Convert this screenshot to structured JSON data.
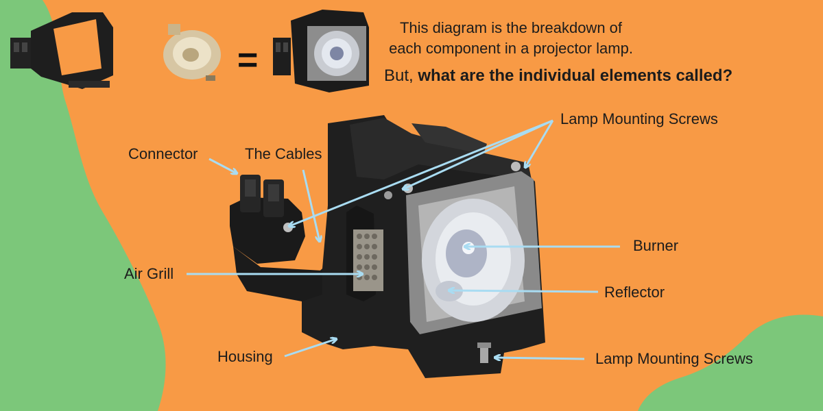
{
  "intro": {
    "line1": "This diagram is the breakdown of",
    "line2": "each component in a projector lamp.",
    "question_prefix": "But, ",
    "question_bold": "what are the individual elements called?",
    "equals": "="
  },
  "labels": {
    "connector": "Connector",
    "cables": "The Cables",
    "screws_top": "Lamp Mounting Screws",
    "burner": "Burner",
    "air_grill": "Air Grill",
    "reflector": "Reflector",
    "housing": "Housing",
    "screws_bottom": "Lamp Mounting Screws"
  },
  "colors": {
    "background": "#f89a45",
    "green_blob": "#7cc77a",
    "arrow": "#a9dcf2",
    "housing": "#1f1f1f",
    "text": "#1c1c1c"
  }
}
